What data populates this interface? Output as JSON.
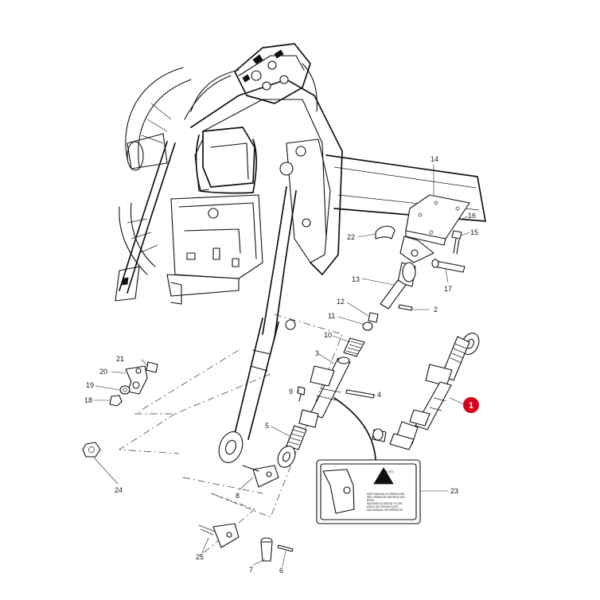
{
  "callouts": {
    "c1": "1",
    "c2": "2",
    "c3": "3",
    "c4": "4",
    "c5": "5",
    "c6": "6",
    "c7": "7",
    "c8": "8",
    "c9": "9",
    "c10": "10",
    "c11": "11",
    "c12": "12",
    "c13": "13",
    "c14": "14",
    "c15": "15",
    "c16": "16",
    "c17": "17",
    "c18": "18",
    "c19": "19",
    "c20": "20",
    "c21": "21",
    "c22": "22",
    "c23": "23",
    "c24": "24",
    "c25": "25"
  },
  "decal": {
    "line1": "17 351 573",
    "line2": "KEEP MANUAL IN OPERATORS",
    "line3": "SEE OPERATOR INSTRUCTION",
    "line4": "BOOK",
    "line5": "MACHINE IS LIMITED TO USE",
    "line6": "USING 3/4\" PIN DIA PLATE",
    "line7": "MAX MANUAL ON OPERATOR"
  },
  "colors": {
    "highlight": "#d9001b",
    "ink": "#111111"
  }
}
